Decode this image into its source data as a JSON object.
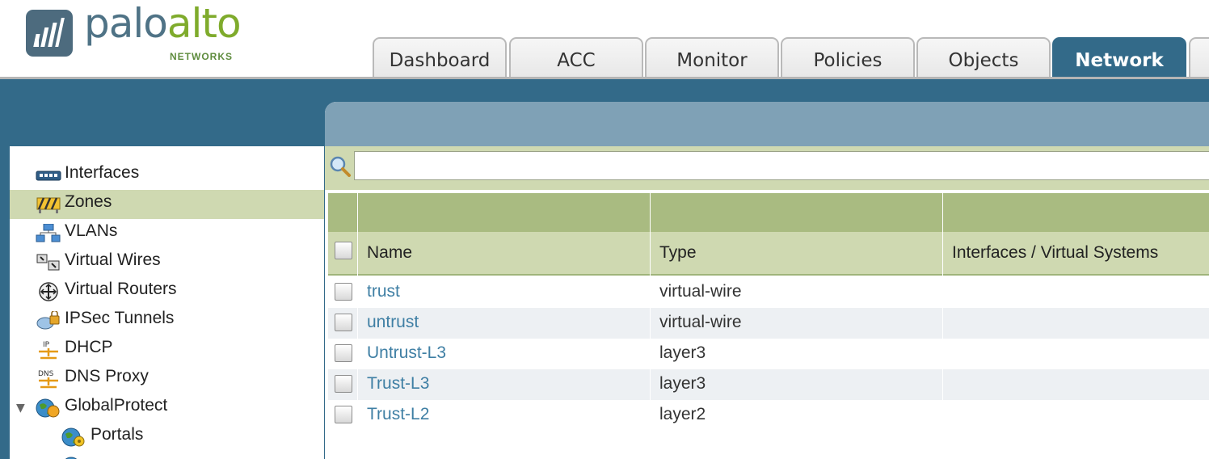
{
  "brand": {
    "name_part1": "palo",
    "name_part2": "alto",
    "sub": "NETWORKS",
    "colors": {
      "blue": "#4f7386",
      "green": "#7fab2c",
      "accent": "#336a89"
    }
  },
  "tabs": [
    {
      "label": "Dashboard",
      "active": false
    },
    {
      "label": "ACC",
      "active": false
    },
    {
      "label": "Monitor",
      "active": false
    },
    {
      "label": "Policies",
      "active": false
    },
    {
      "label": "Objects",
      "active": false
    },
    {
      "label": "Network",
      "active": true
    }
  ],
  "sidebar": {
    "items": [
      {
        "label": "Interfaces",
        "icon": "interfaces-icon",
        "selected": false
      },
      {
        "label": "Zones",
        "icon": "zones-icon",
        "selected": true
      },
      {
        "label": "VLANs",
        "icon": "vlans-icon",
        "selected": false
      },
      {
        "label": "Virtual Wires",
        "icon": "virtual-wires-icon",
        "selected": false
      },
      {
        "label": "Virtual Routers",
        "icon": "virtual-routers-icon",
        "selected": false
      },
      {
        "label": "IPSec Tunnels",
        "icon": "ipsec-tunnels-icon",
        "selected": false
      },
      {
        "label": "DHCP",
        "icon": "dhcp-icon",
        "selected": false
      },
      {
        "label": "DNS Proxy",
        "icon": "dns-proxy-icon",
        "selected": false
      },
      {
        "label": "GlobalProtect",
        "icon": "globalprotect-icon",
        "selected": false,
        "expanded": true
      },
      {
        "label": "Portals",
        "icon": "portals-icon",
        "selected": false,
        "child": true
      },
      {
        "label": "",
        "icon": "gateways-icon",
        "selected": false,
        "child": true
      }
    ]
  },
  "search": {
    "value": "",
    "placeholder": ""
  },
  "grid": {
    "columns": [
      "Name",
      "Type",
      "Interfaces / Virtual Systems"
    ],
    "rows": [
      {
        "name": "trust",
        "type": "virtual-wire",
        "interfaces": ""
      },
      {
        "name": "untrust",
        "type": "virtual-wire",
        "interfaces": ""
      },
      {
        "name": "Untrust-L3",
        "type": "layer3",
        "interfaces": ""
      },
      {
        "name": "Trust-L3",
        "type": "layer3",
        "interfaces": ""
      },
      {
        "name": "Trust-L2",
        "type": "layer2",
        "interfaces": ""
      }
    ]
  }
}
